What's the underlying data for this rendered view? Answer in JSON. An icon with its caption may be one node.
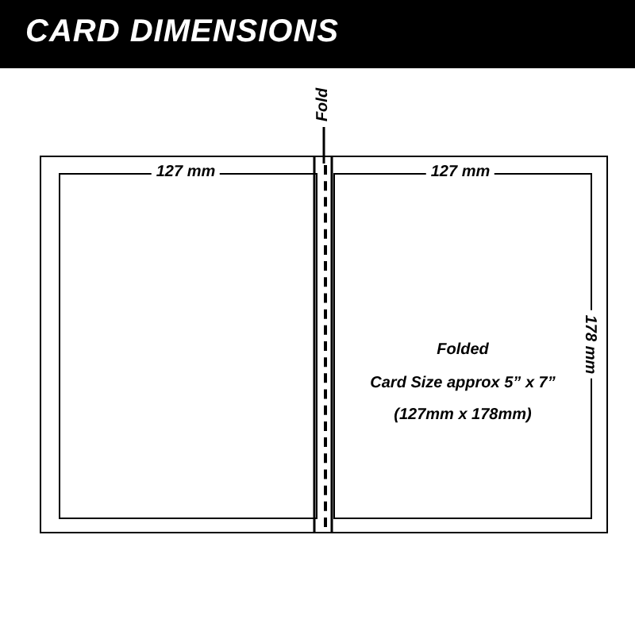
{
  "diagram": {
    "title": "CARD DIMENSIONS",
    "nodes": [
      {
        "text": [],
        "shape": "box"
      },
      {
        "text": [],
        "shape": "box",
        "in": 0
      },
      {
        "text": [
          "Folded",
          "Card Size approx 5” x 7”",
          "(127mm x 178mm)"
        ],
        "in": 0
      },
      {
        "text": [
          "Fold"
        ]
      },
      {
        "text": [],
        "shape": "line",
        "in": 0
      }
    ],
    "edges": [
      {
        "from": 3,
        "to": 4,
        "arrow": "none"
      }
    ],
    "labels": [
      "127 mm",
      "127 mm",
      "178 mm"
    ]
  }
}
